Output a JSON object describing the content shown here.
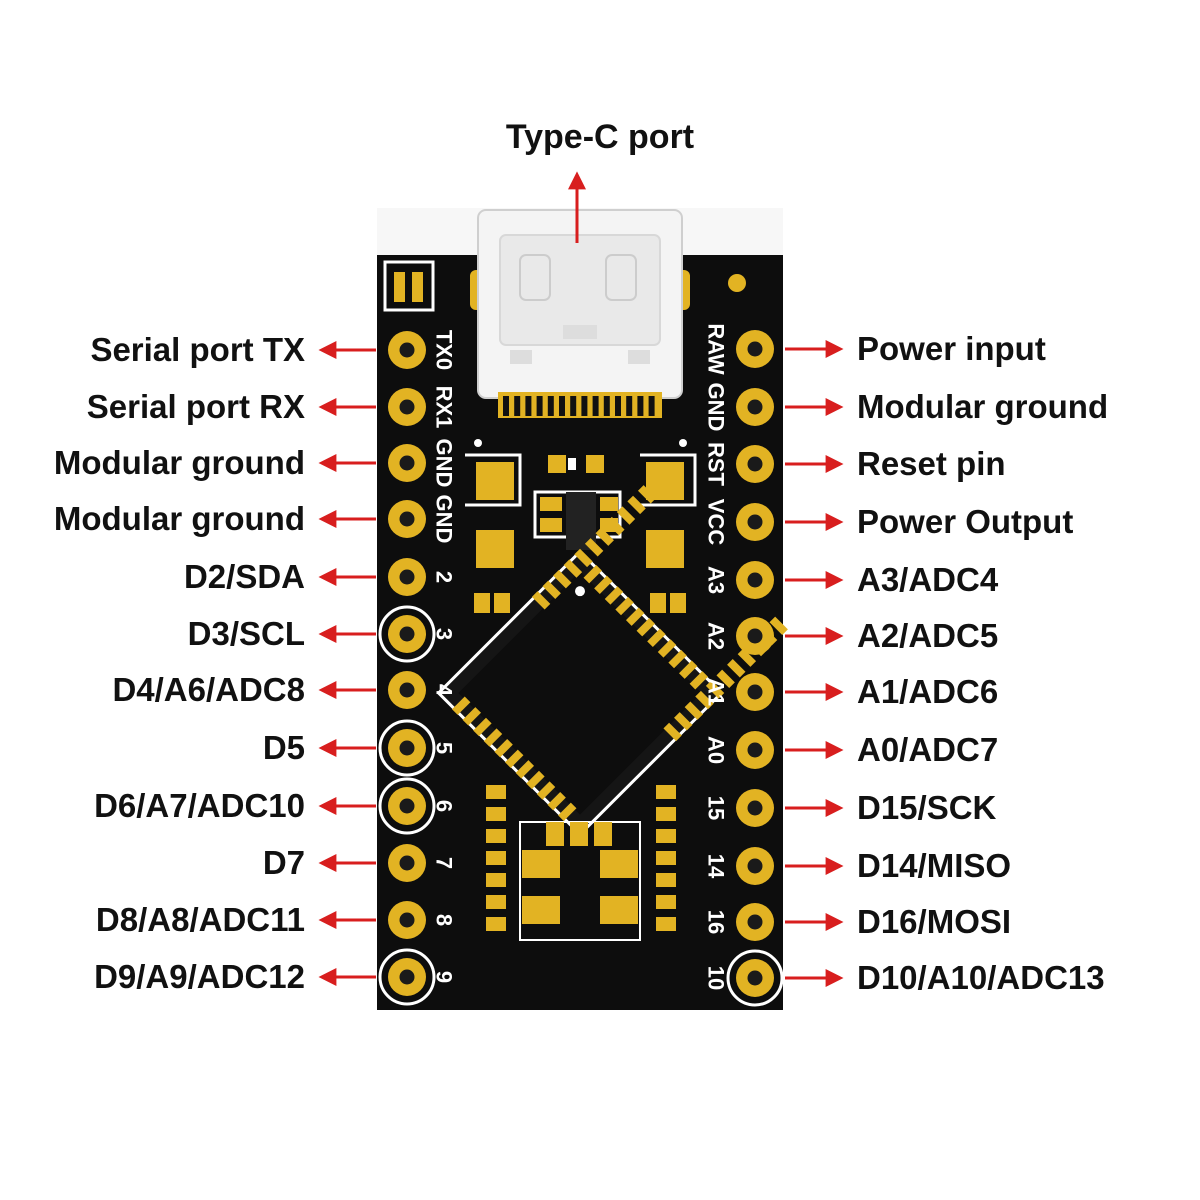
{
  "title": "Type-C port",
  "left_pins": [
    {
      "silk": "TX0",
      "label": "Serial port TX"
    },
    {
      "silk": "RX1",
      "label": "Serial port RX"
    },
    {
      "silk": "GND",
      "label": "Modular ground"
    },
    {
      "silk": "GND",
      "label": "Modular ground"
    },
    {
      "silk": "2",
      "label": "D2/SDA"
    },
    {
      "silk": "3",
      "label": "D3/SCL"
    },
    {
      "silk": "4",
      "label": "D4/A6/ADC8"
    },
    {
      "silk": "5",
      "label": "D5"
    },
    {
      "silk": "6",
      "label": "D6/A7/ADC10"
    },
    {
      "silk": "7",
      "label": "D7"
    },
    {
      "silk": "8",
      "label": "D8/A8/ADC11"
    },
    {
      "silk": "9",
      "label": "D9/A9/ADC12"
    }
  ],
  "right_pins": [
    {
      "silk": "RAW",
      "label": "Power input"
    },
    {
      "silk": "GND",
      "label": "Modular ground"
    },
    {
      "silk": "RST",
      "label": "Reset pin"
    },
    {
      "silk": "VCC",
      "label": "Power Output"
    },
    {
      "silk": "A3",
      "label": "A3/ADC4"
    },
    {
      "silk": "A2",
      "label": "A2/ADC5"
    },
    {
      "silk": "A1",
      "label": "A1/ADC6"
    },
    {
      "silk": "A0",
      "label": "A0/ADC7"
    },
    {
      "silk": "15",
      "label": "D15/SCK"
    },
    {
      "silk": "14",
      "label": "D14/MISO"
    },
    {
      "silk": "16",
      "label": "D16/MOSI"
    },
    {
      "silk": "10",
      "label": "D10/A10/ADC13"
    }
  ],
  "colors": {
    "board": "#0d0d0d",
    "gold": "#e2b323",
    "arrow": "#d81e1e",
    "silk": "#ffffff",
    "connector": "#f4f4f4"
  }
}
